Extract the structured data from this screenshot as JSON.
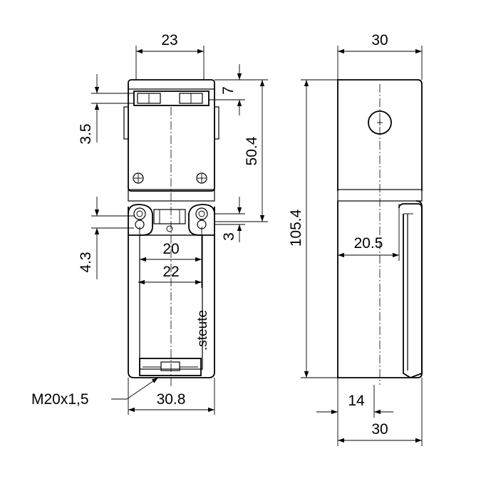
{
  "drawing": {
    "front_view": {
      "dim_width_top": "23",
      "dim_slot_height": "7",
      "dim_slot_offset": "3.5",
      "dim_head_height": "50.4",
      "dim_hole_offset": "4.3",
      "dim_body_offset": "3",
      "dim_hole_spacing": "20",
      "dim_body_inner": "22",
      "dim_base_width": "30.8",
      "thread_label": "M20x1,5",
      "brand_label": ".steute"
    },
    "side_view": {
      "dim_width_top": "30",
      "dim_total_height": "105.4",
      "dim_actuator_depth": "20.5",
      "dim_entry_offset": "14",
      "dim_width_bottom": "30"
    }
  }
}
